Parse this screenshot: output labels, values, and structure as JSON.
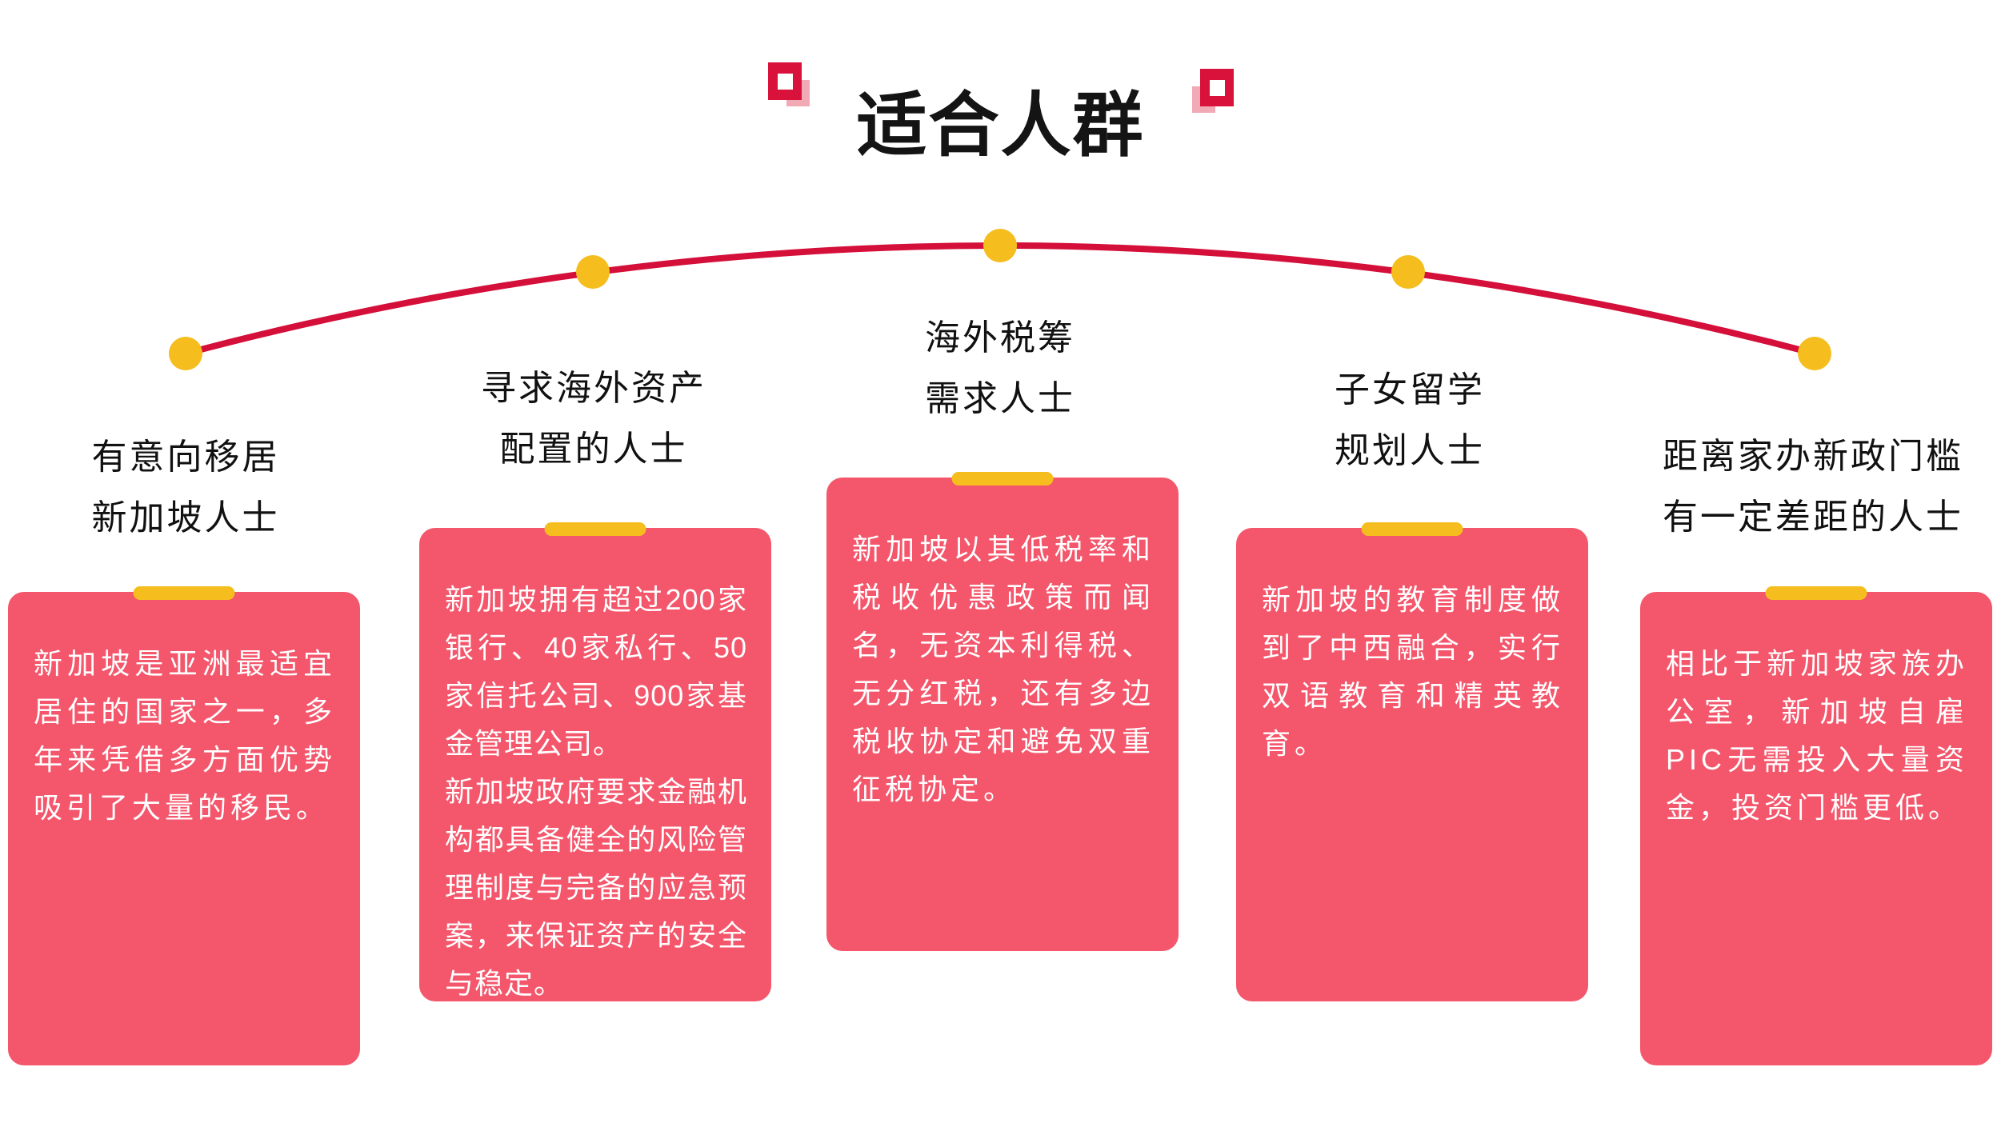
{
  "header": {
    "title": "适合人群"
  },
  "colors": {
    "card_pink": "#F4566B",
    "accent_yellow": "#F5BE1E",
    "arc_red": "#D4103A",
    "deco_red": "#D8123A",
    "deco_pink": "#F1A9B6",
    "title_black": "#141414",
    "card_text": "#FFFFFF"
  },
  "groups": [
    {
      "label_line1": "有意向移居",
      "label_line2": "新加坡人士",
      "paragraphs": [
        "新加坡是亚洲最适宜居住的国家之一，多年来凭借多方面优势吸引了大量的移民。"
      ]
    },
    {
      "label_line1": "寻求海外资产",
      "label_line2": "配置的人士",
      "paragraphs": [
        "新加坡拥有超过200家银行、40家私行、50家信托公司、900家基金管理公司。",
        "新加坡政府要求金融机构都具备健全的风险管理制度与完备的应急预案，来保证资产的安全与稳定。"
      ]
    },
    {
      "label_line1": "海外税筹",
      "label_line2": "需求人士",
      "paragraphs": [
        "新加坡以其低税率和税收优惠政策而闻名，无资本利得税、无分红税，还有多边税收协定和避免双重征税协定。"
      ]
    },
    {
      "label_line1": "子女留学",
      "label_line2": "规划人士",
      "paragraphs": [
        "新加坡的教育制度做到了中西融合，实行双语教育和精英教育。"
      ]
    },
    {
      "label_line1": "距离家办新政门槛",
      "label_line2": "有一定差距的人士",
      "paragraphs": [
        "相比于新加坡家族办公室，新加坡自雇PIC无需投入大量资金，投资门槛更低。"
      ]
    }
  ]
}
